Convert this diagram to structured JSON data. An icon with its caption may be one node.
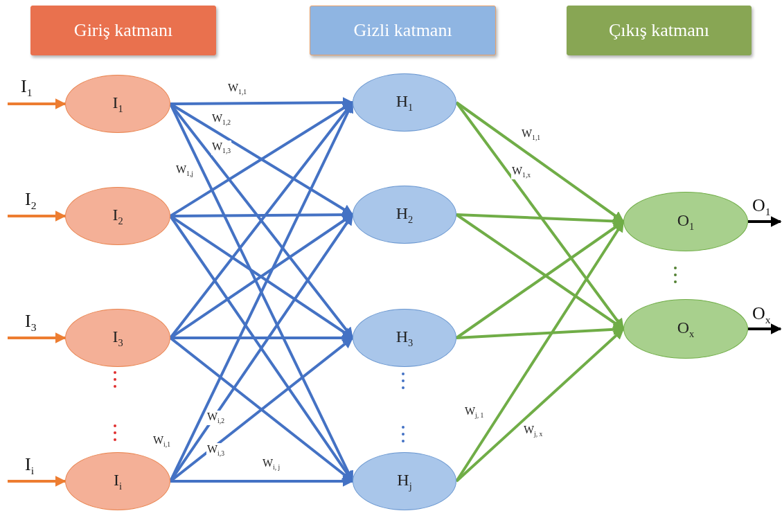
{
  "diagram": {
    "nodes": [
      {
        "text": [
          "Giriş katmanı"
        ]
      },
      {
        "text": [
          "Gizli katmanı"
        ]
      },
      {
        "text": [
          "Çıkış katmanı"
        ]
      },
      {
        "text": [
          "I$_{1}$"
        ]
      },
      {
        "text": [
          "I$_{2}$"
        ]
      },
      {
        "text": [
          "I$_{3}$"
        ]
      },
      {
        "text": [
          "I$_{i}$"
        ]
      },
      {
        "text": [
          "H$_{1}$"
        ]
      },
      {
        "text": [
          "H$_{2}$"
        ]
      },
      {
        "text": [
          "H$_{3}$"
        ]
      },
      {
        "text": [
          "H$_{j}$"
        ]
      },
      {
        "text": [
          "O$_{1}$"
        ]
      },
      {
        "text": [
          "O$_{x}$"
        ]
      }
    ],
    "edges": [
      {
        "from": null,
        "to": 3,
        "arrow": "to",
        "label": "I$_{1}$",
        "color": "#ed7d31"
      },
      {
        "from": null,
        "to": 4,
        "arrow": "to",
        "label": "I$_{2}$",
        "color": "#ed7d31"
      },
      {
        "from": null,
        "to": 5,
        "arrow": "to",
        "label": "I$_{3}$",
        "color": "#ed7d31"
      },
      {
        "from": null,
        "to": 6,
        "arrow": "to",
        "label": "I$_{i}$",
        "color": "#ed7d31"
      },
      {
        "from": 3,
        "to": 7,
        "arrow": "to"
      },
      {
        "from": 3,
        "to": 8,
        "arrow": "to"
      },
      {
        "from": 3,
        "to": 9,
        "arrow": "to"
      },
      {
        "from": 3,
        "to": 10,
        "arrow": "to"
      },
      {
        "from": 4,
        "to": 7,
        "arrow": "to"
      },
      {
        "from": 4,
        "to": 8,
        "arrow": "to"
      },
      {
        "from": 4,
        "to": 9,
        "arrow": "to"
      },
      {
        "from": 4,
        "to": 10,
        "arrow": "to"
      },
      {
        "from": 5,
        "to": 7,
        "arrow": "to"
      },
      {
        "from": 5,
        "to": 8,
        "arrow": "to"
      },
      {
        "from": 5,
        "to": 9,
        "arrow": "to"
      },
      {
        "from": 5,
        "to": 10,
        "arrow": "to"
      },
      {
        "from": 6,
        "to": 7,
        "arrow": "to"
      },
      {
        "from": 6,
        "to": 8,
        "arrow": "to"
      },
      {
        "from": 6,
        "to": 9,
        "arrow": "to"
      },
      {
        "from": 6,
        "to": 10,
        "arrow": "to"
      },
      {
        "from": 7,
        "to": 11,
        "arrow": "to",
        "color": "#70ad47"
      },
      {
        "from": 7,
        "to": 12,
        "arrow": "to",
        "color": "#70ad47"
      },
      {
        "from": 8,
        "to": 11,
        "arrow": "to",
        "color": "#70ad47"
      },
      {
        "from": 8,
        "to": 12,
        "arrow": "to",
        "color": "#70ad47"
      },
      {
        "from": 9,
        "to": 11,
        "arrow": "to",
        "color": "#70ad47"
      },
      {
        "from": 9,
        "to": 12,
        "arrow": "to",
        "color": "#70ad47"
      },
      {
        "from": 10,
        "to": 11,
        "arrow": "to",
        "color": "#70ad47"
      },
      {
        "from": 10,
        "to": 12,
        "arrow": "to",
        "color": "#70ad47"
      },
      {
        "from": 11,
        "to": null,
        "arrow": "to",
        "label": "O$_{1}$",
        "color": "#000000"
      },
      {
        "from": 12,
        "to": null,
        "arrow": "to",
        "label": "O$_{x}$",
        "color": "#000000"
      }
    ],
    "labels": [
      "W$_{1,1}$",
      "W$_{1,2}$",
      "W$_{1,3}$",
      "W$_{1,j}$",
      "W$_{i,2}$",
      "W$_{i,1}$",
      "W$_{i,3}$",
      "W$_{i, j}$",
      "W$_{1,1}$",
      "W$_{1,x}$",
      "W$_{j, 1}$",
      "W$_{j, x}$"
    ]
  }
}
